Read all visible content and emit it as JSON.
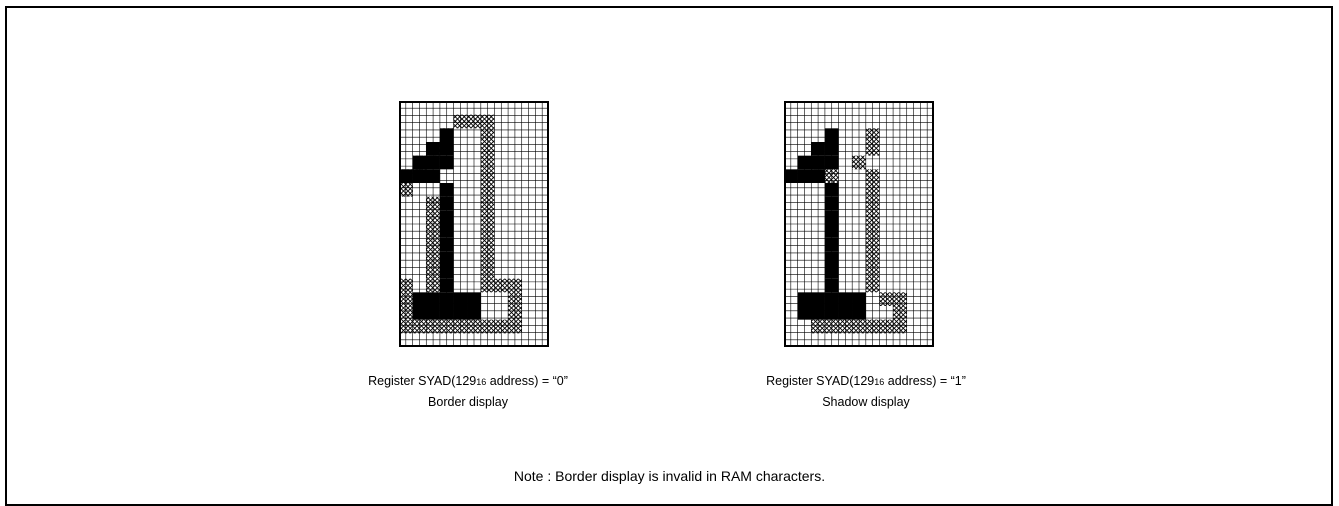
{
  "panels": [
    {
      "id": "border",
      "caption_main": "Register SYAD(129",
      "caption_sub": "16",
      "caption_rest": " address) = “0”",
      "caption_mode": "Border display",
      "glyph_rows": [
        "..........",
        "..........",
        "...1......",
        "..11......",
        ".111......",
        "111.......",
        "...1......",
        "...1......",
        "...1......",
        "...1......",
        "...1......",
        "...1......",
        "...1......",
        "...1......",
        ".11111....",
        ".11111....",
        "..........",
        ".........."
      ],
      "decor_rows": [
        "..........",
        "....xxx...",
        "...x..x...",
        "..x...x...",
        ".x....x...",
        "x.....x...",
        "x..x..x...",
        "..x...x...",
        "..x...x...",
        "..x...x...",
        "..x...x...",
        "..x...x...",
        "..x...x...",
        "x.x...xxx.",
        "x.......x.",
        "x.......x.",
        "xxxxxxxxx.",
        ".........."
      ]
    },
    {
      "id": "shadow",
      "caption_main": "Register SYAD(129",
      "caption_sub": "16",
      "caption_rest": " address) = “1”",
      "caption_mode": "Shadow display",
      "glyph_rows": [
        "..........",
        "..........",
        "...1......",
        "..11......",
        ".111......",
        "111.......",
        "...1......",
        "...1......",
        "...1......",
        "...1......",
        "...1......",
        "...1......",
        "...1......",
        "...1......",
        ".11111....",
        ".11111....",
        "..........",
        ".........."
      ],
      "decor_rows": [
        "..........",
        "..........",
        "......x...",
        "......x...",
        ".....x....",
        "..xx..x...",
        "......x...",
        "......x...",
        "......x...",
        "......x...",
        "......x...",
        "......x...",
        "......x...",
        "......x...",
        ".......xx.",
        "........x.",
        "..xxxxxxx.",
        ".........."
      ]
    }
  ],
  "note": "Note : Border display is invalid in RAM characters."
}
